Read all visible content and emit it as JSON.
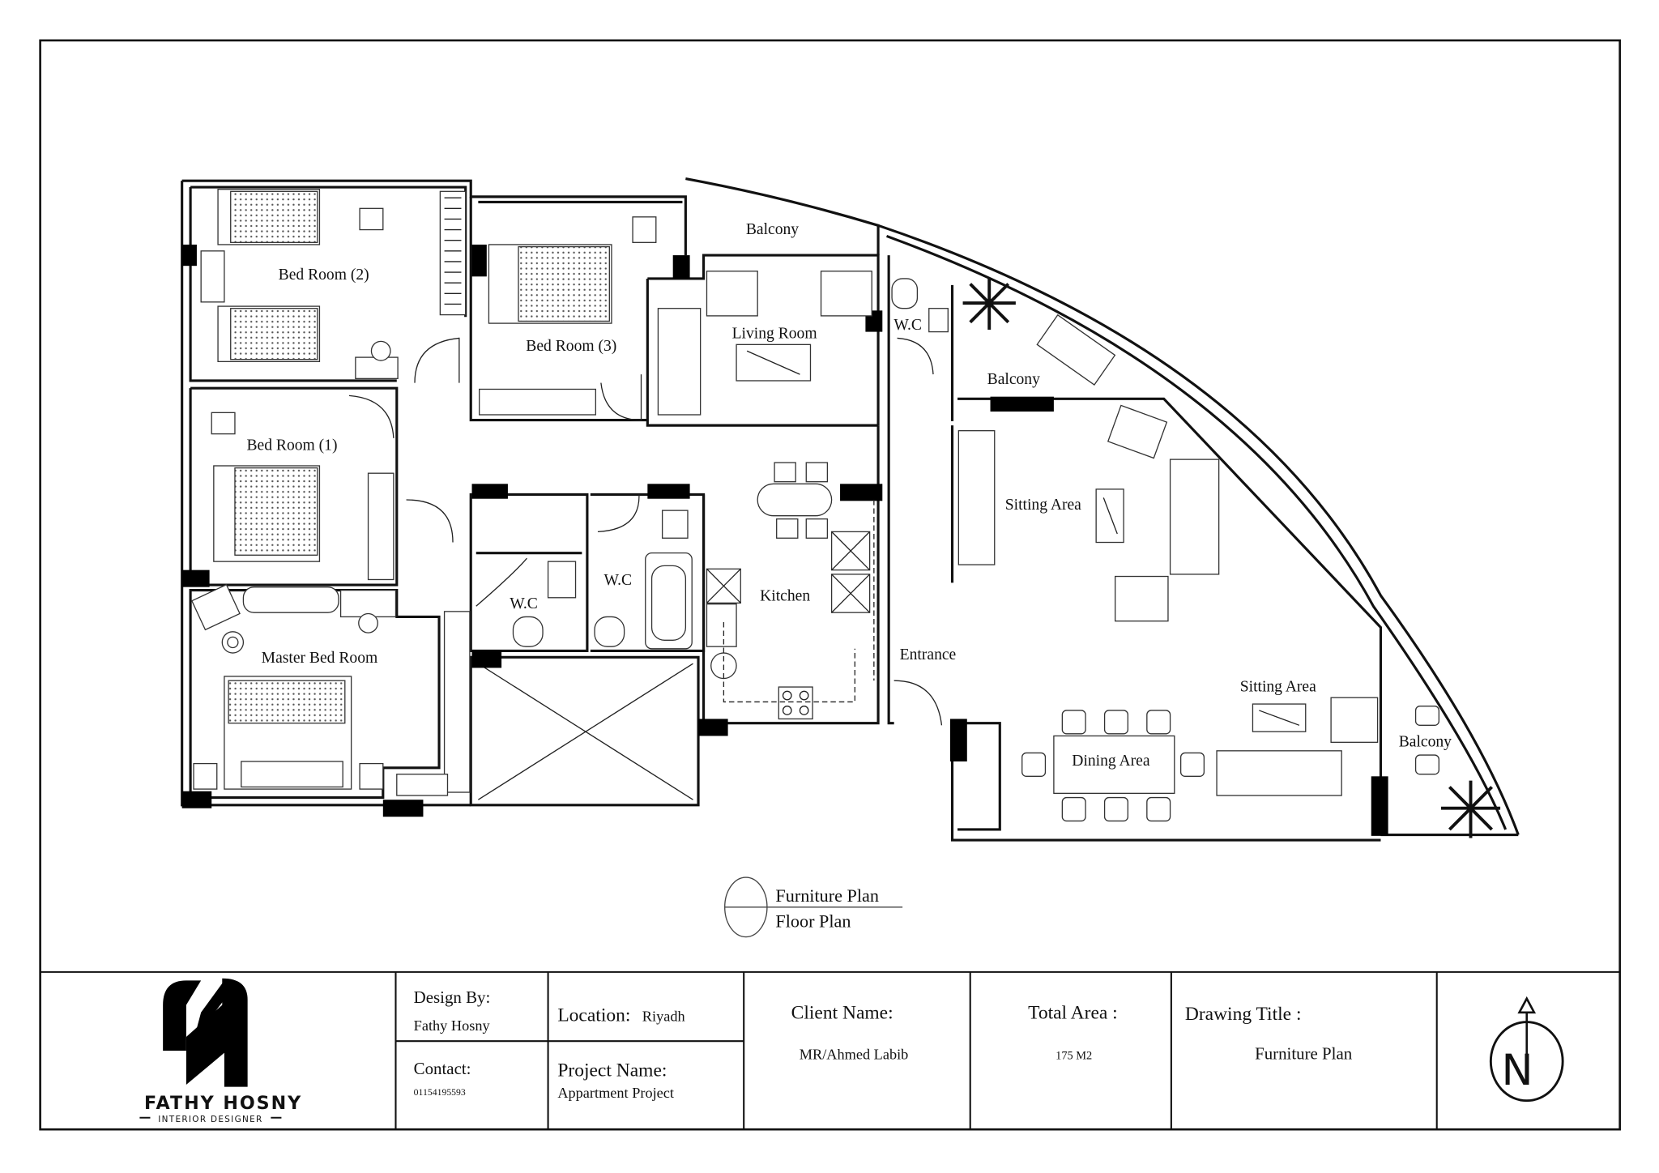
{
  "plan": {
    "rooms": {
      "bed_room_2": "Bed Room (2)",
      "bed_room_3": "Bed Room (3)",
      "bed_room_1": "Bed Room (1)",
      "master_bed_room": "Master Bed Room",
      "living_room": "Living Room",
      "balcony_top": "Balcony",
      "wc_living": "W.C",
      "balcony_right": "Balcony",
      "sitting_area_1": "Sitting Area",
      "wc_mid": "W.C",
      "wc_left": "W.C",
      "kitchen": "Kitchen",
      "entrance": "Entrance",
      "sitting_area_2": "Sitting Area",
      "dining_area": "Dining Area",
      "balcony_corner": "Balcony"
    },
    "legend": {
      "top": "Furniture Plan",
      "bottom": "Floor Plan"
    }
  },
  "title_block": {
    "logo_name": "FATHY HOSNY",
    "logo_subtitle": "INTERIOR DESIGNER",
    "design_by_label": "Design By:",
    "design_by_value": "Fathy Hosny",
    "contact_label": "Contact:",
    "contact_value": "01154195593",
    "location_label": "Location:",
    "location_value": "Riyadh",
    "project_label": "Project Name:",
    "project_value": "Appartment Project",
    "client_label": "Client Name:",
    "client_value": "MR/Ahmed Labib",
    "area_label": "Total Area :",
    "area_value": "175 M2",
    "drawing_title_label": "Drawing Title :",
    "drawing_title_value": "Furniture Plan",
    "north_letter": "N"
  }
}
